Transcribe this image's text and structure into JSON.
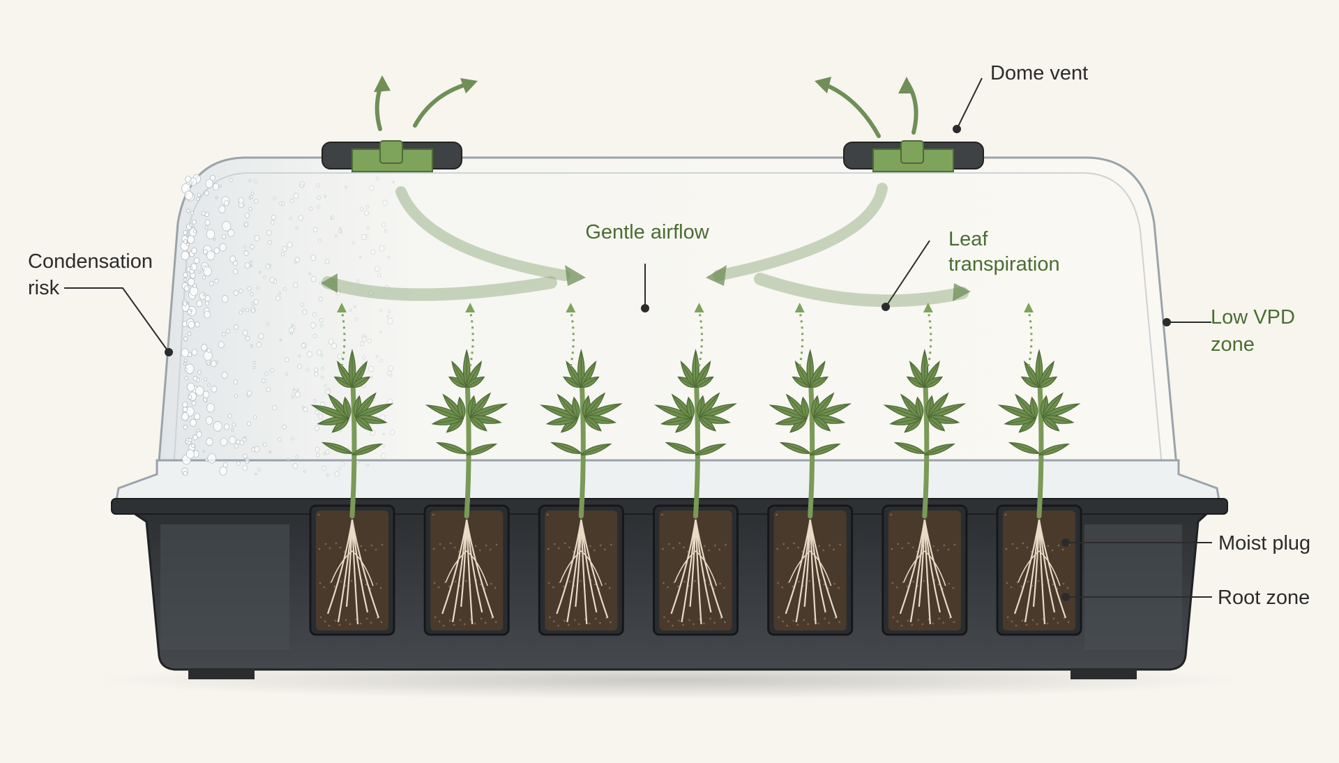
{
  "labels": {
    "dome_vent": "Dome vent",
    "condensation_line1": "Condensation",
    "condensation_line2": "risk",
    "gentle_airflow": "Gentle airflow",
    "leaf_line1": "Leaf",
    "leaf_line2": "transpiration",
    "low_vpd_line1": "Low VPD",
    "low_vpd_line2": "zone",
    "moist_plug": "Moist plug",
    "root_zone": "Root zone"
  },
  "plant_count": 7,
  "colors": {
    "background": "#f7f5ee",
    "tray": "#3a3d40",
    "vent_green": "#7ea35a",
    "leaf_green": "#6f8f4e",
    "accent_text_green": "#4a6d32",
    "soil": "#4a3a2c",
    "roots": "#e8dcc6"
  }
}
